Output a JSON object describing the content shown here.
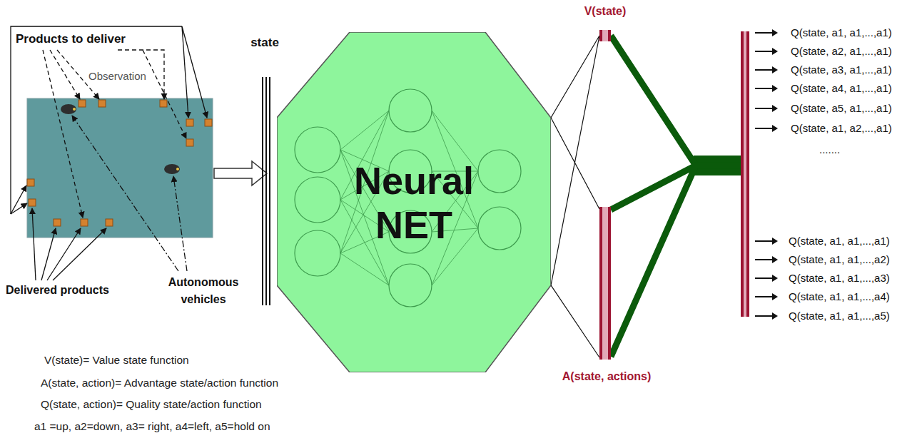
{
  "diagram": {
    "nodes": [
      {
        "text": [
          "state"
        ]
      },
      {
        "text": [
          "Neural NET"
        ]
      },
      {
        "text": [
          "V(state)"
        ]
      },
      {
        "text": [
          "A(state, actions)"
        ]
      },
      {
        "text": [
          "Q(state, a1, a1,...,a1)",
          "Q(state, a2, a1,...,a1)",
          "Q(state, a3, a1,...,a1)",
          "Q(state, a4, a1,...,a1)",
          "Q(state, a5, a1,...,a1)",
          "Q(state, a1, a2,...,a1)",
          ".......",
          "Q(state, a1, a1,...,a1)",
          "Q(state, a1, a1,...,a2)",
          "Q(state, a1, a1,...,a3)",
          "Q(state, a1, a1,...,a4)",
          "Q(state, a1, a1,...,a5)"
        ]
      }
    ],
    "edges": [
      {
        "from": 1,
        "to": 2,
        "arrow": "none"
      },
      {
        "from": 1,
        "to": 3,
        "arrow": "none"
      },
      {
        "from": 2,
        "to": 4,
        "arrow": "none"
      },
      {
        "from": 3,
        "to": 4,
        "arrow": "none"
      }
    ],
    "labels": [
      "Products to deliver",
      "Observation",
      "Delivered products",
      "Autonomous vehicles",
      "V(state)= Value state function",
      "A(state, action)= Advantage state/action function",
      "Q(state, action)= Quality state/action function",
      "a1 =up, a2=down, a3= right, a4=left, a5=hold on"
    ]
  }
}
